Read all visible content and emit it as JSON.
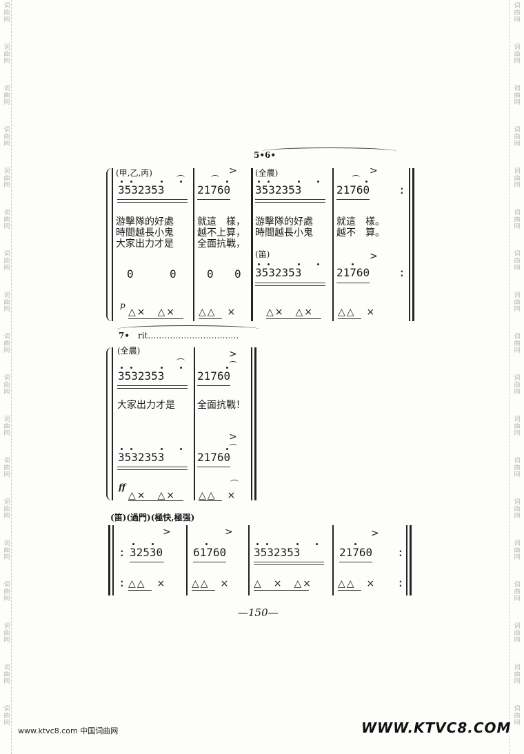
{
  "watermark": {
    "glyph1": "词",
    "glyph2": "曲",
    "glyph3": "网"
  },
  "section1": {
    "rehearsal": "5•6•",
    "part_a": "(甲,乙,丙)",
    "part_b": "(全農)",
    "part_c": "(笛)",
    "row1_m1": "3532353",
    "row1_m2": "21760",
    "row1_m3": "3532353",
    "row1_m4": "21760",
    "repeat": ":",
    "lyric_m1_l1": "游擊隊的好處",
    "lyric_m1_l2": "時間越長小鬼",
    "lyric_m1_l3": "大家出力才是",
    "lyric_m2_l1": "就這　樣，",
    "lyric_m2_l2": "越不上算，",
    "lyric_m2_l3": "全面抗戰，",
    "lyric_m3_l1": "游擊隊的好處",
    "lyric_m3_l2": "時間越長小鬼",
    "lyric_m4_l1": "就這　樣。",
    "lyric_m4_l2": "越不　算。",
    "rest_m1a": "0",
    "rest_m1b": "0",
    "rest_m2a": "0",
    "rest_m2b": "0",
    "row2_m3": "3532353",
    "row2_m4": "21760",
    "dyn_p": "p",
    "perc_m1": "△×　△×",
    "perc_m2": "△△　×",
    "perc_m3": "△×　△×",
    "perc_m4": "△△　×"
  },
  "section2": {
    "rehearsal": "7•",
    "rit": "rit……………………………",
    "part": "(全農)",
    "row1_m1": "3532353",
    "row1_m2": "21760",
    "lyric_m1": "大家出力才是",
    "lyric_m2": "全面抗戰！",
    "row2_m1": "3532353",
    "row2_m2": "21760",
    "dyn_ff": "ff",
    "perc_m1": "△×　△×",
    "perc_m2": "△△　×"
  },
  "section3": {
    "header": "(笛)(過門)(極快,極强)",
    "row1_m1": "32530",
    "row1_m2": "61760",
    "row1_m3": "3532353",
    "row1_m4": "21760",
    "repeat": ":",
    "perc_m1": "△△　×",
    "perc_m2": "△△　×",
    "perc_m3": "△　×　△×",
    "perc_m4": "△△　×"
  },
  "page_number": "—150—",
  "footer": {
    "left": "www.ktvc8.com 中国词曲网",
    "right": "WWW.KTVC8.COM"
  }
}
